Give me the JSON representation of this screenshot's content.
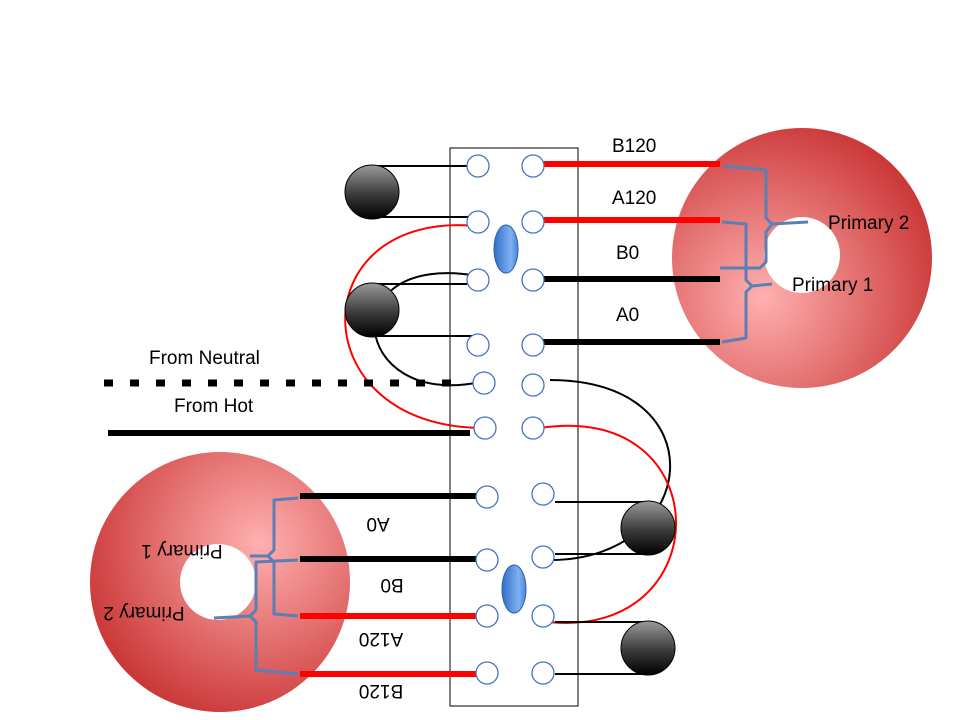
{
  "colors": {
    "hot_wire": "#ff0000",
    "ground_wire": "#000000",
    "bracket": "#5b7fb5",
    "toroid_light": "#ffb0b0",
    "toroid_dark": "#c83030",
    "terminal_ring": "#4472c4",
    "capacitor": "#4a86d8"
  },
  "labels": {
    "top_right": {
      "b120": "B120",
      "a120": "A120",
      "b0": "B0",
      "a0": "A0",
      "primary2": "Primary 2",
      "primary1": "Primary 1"
    },
    "left": {
      "from_neutral": "From Neutral",
      "from_hot": "From Hot"
    },
    "bottom_left_inverted": {
      "a0": "A0",
      "b0": "B0",
      "a120": "A120",
      "b120": "B120",
      "primary1": "Primary 1",
      "primary2": "Primary 2"
    }
  },
  "icons": {
    "toroid": "toroid-transformer-icon",
    "capacitor": "capacitor-icon",
    "knob": "cylinder-knob-icon",
    "terminal": "terminal-icon"
  }
}
